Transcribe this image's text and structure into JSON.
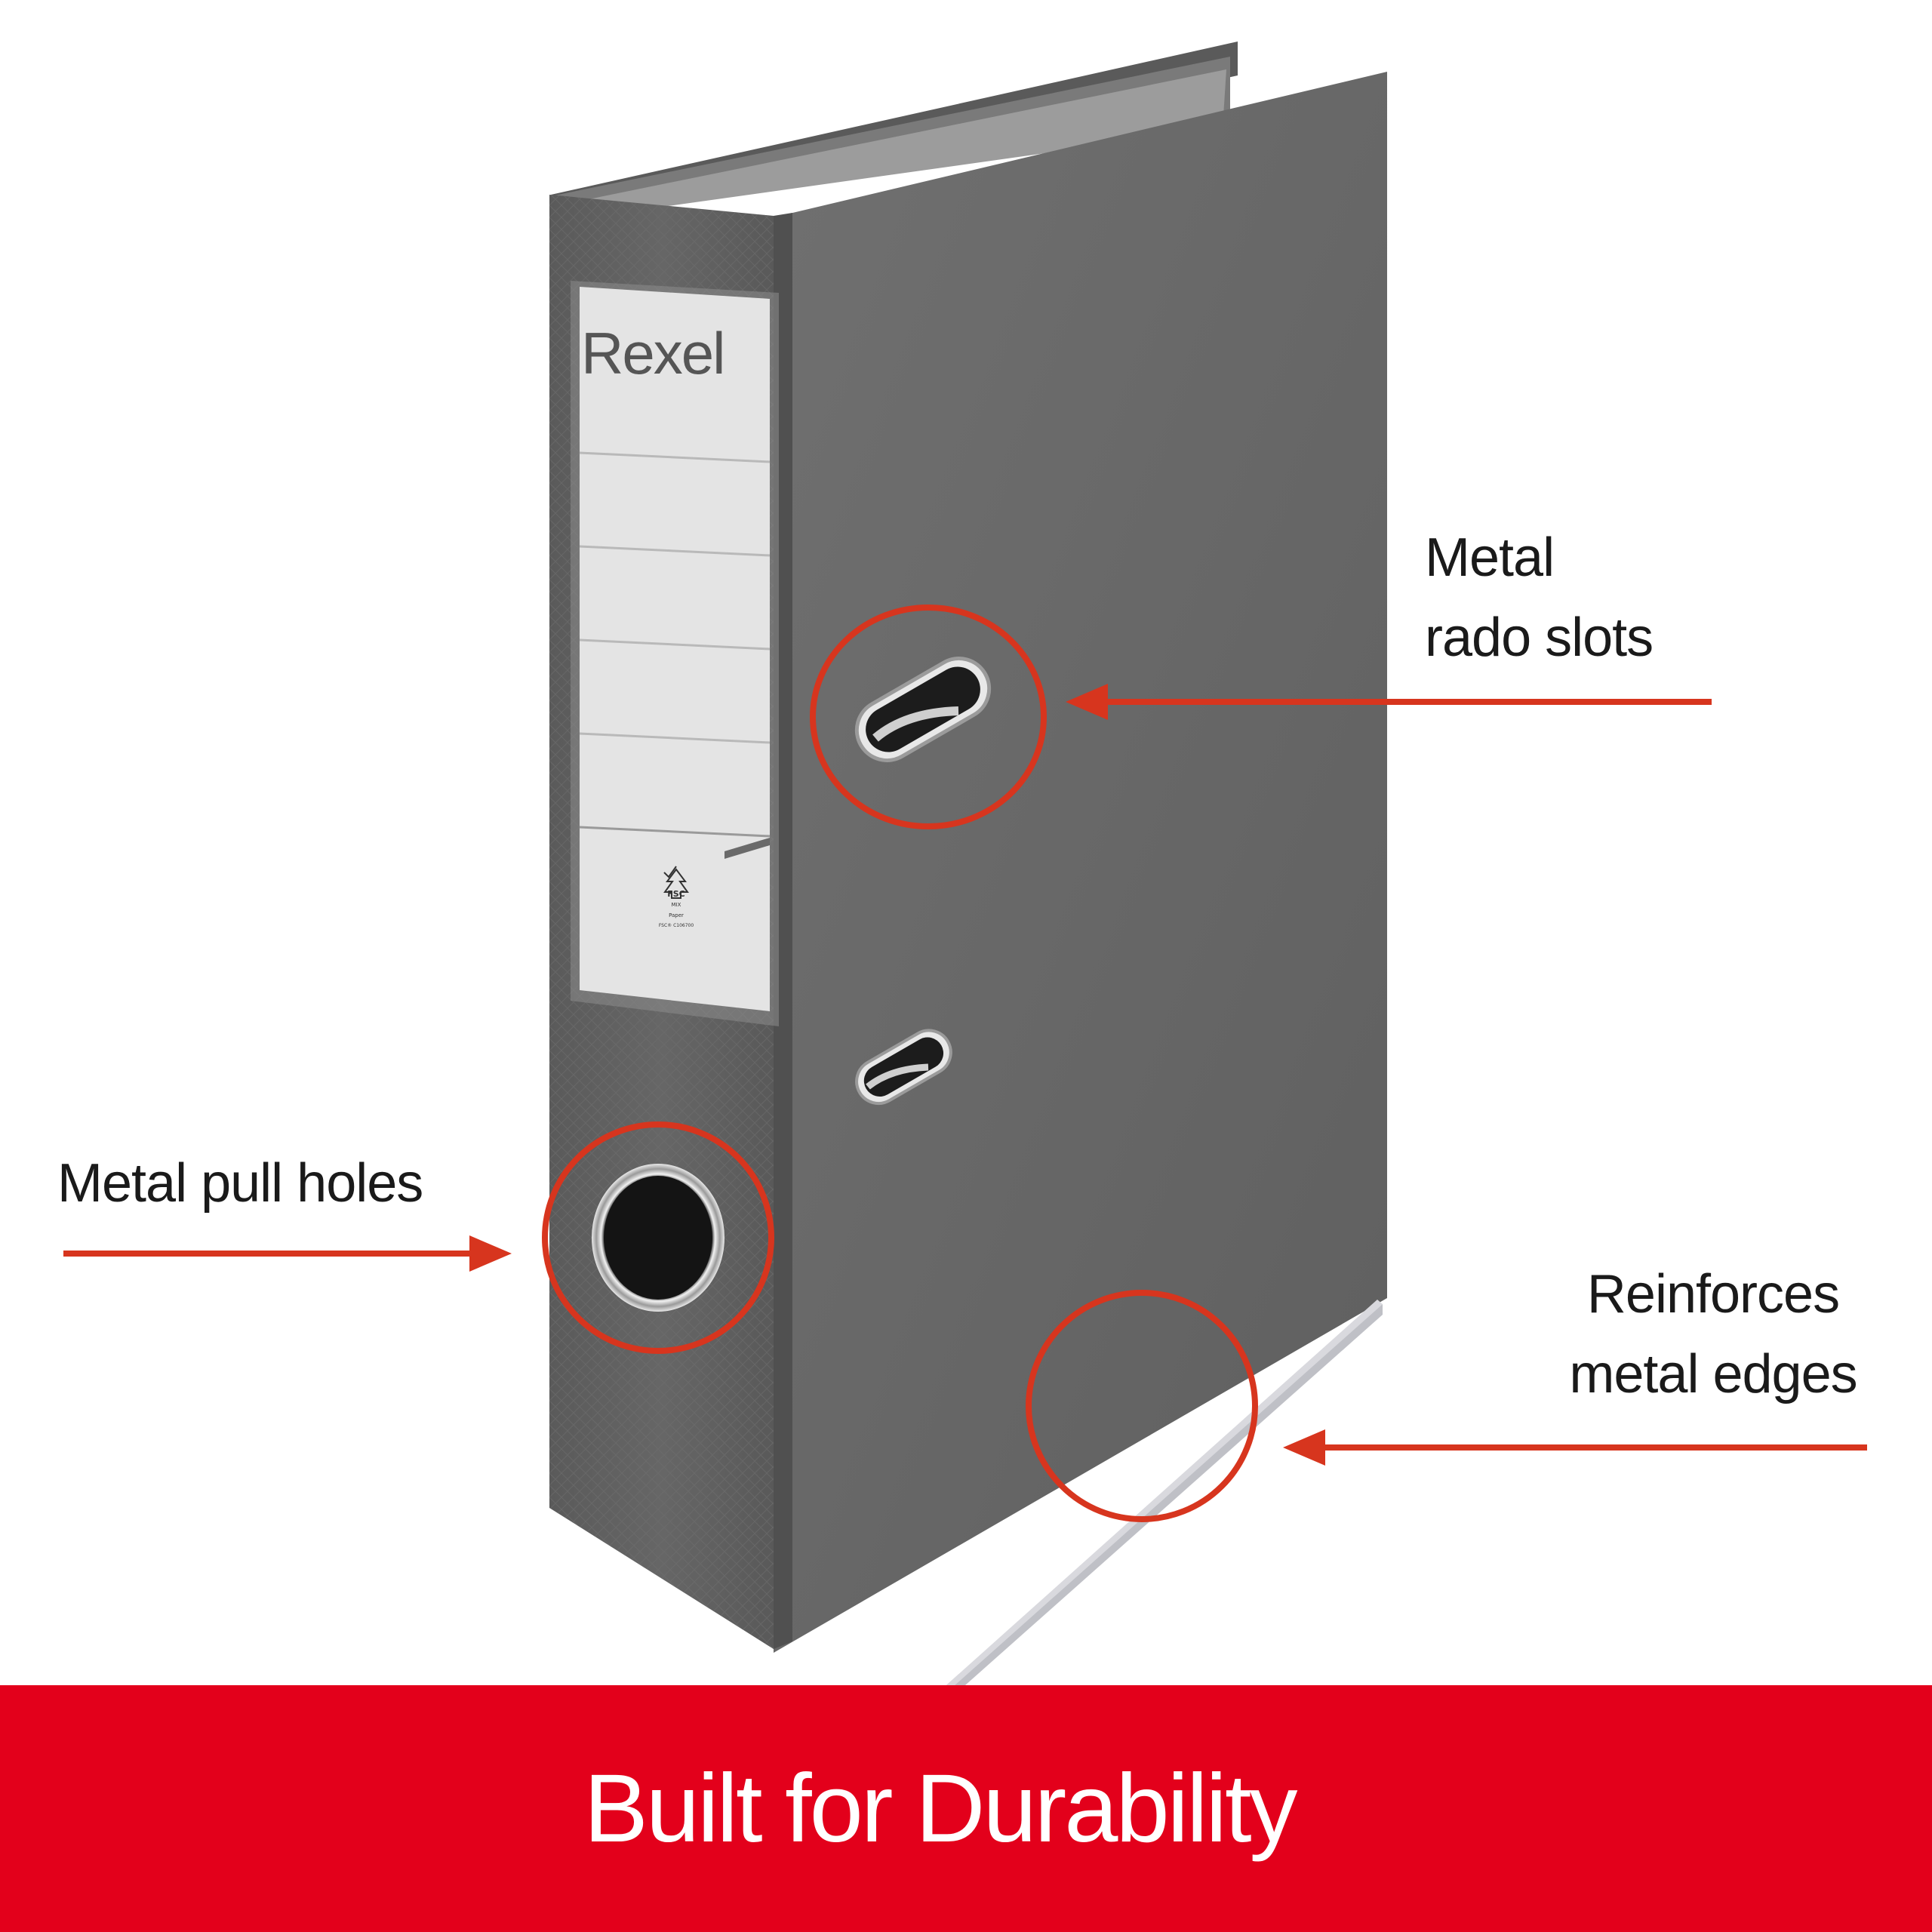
{
  "image": {
    "subject": "lever arch file",
    "colors": {
      "cover": "#6b6b6b",
      "cover_dark": "#5b5b5b",
      "spine": "#616161",
      "label": "#e4e4e4",
      "accent_red": "#e31b23",
      "callout_red": "#d7351e",
      "banner_red": "#e3001b"
    }
  },
  "brand": {
    "logo": "Rexel"
  },
  "fsc": {
    "mark": "FSC",
    "line1": "MIX",
    "line2": "Paper",
    "code": "FSC® C106700"
  },
  "callouts": {
    "slots": {
      "line1": "Metal",
      "line2": "rado slots"
    },
    "holes": {
      "text": "Metal pull holes"
    },
    "edges": {
      "line1": "Reinforces",
      "line2": "metal edges"
    }
  },
  "banner": {
    "title": "Built for Durability"
  },
  "icons": [
    "fsc-tree-icon",
    "arrow-left-icon",
    "arrow-right-icon"
  ]
}
